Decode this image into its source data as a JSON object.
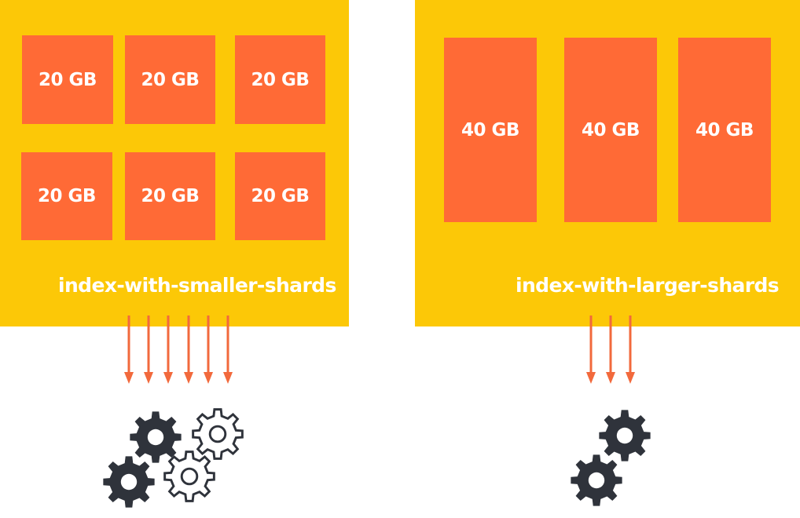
{
  "left_index": {
    "name": "index-with-smaller-shards",
    "shards": [
      "20 GB",
      "20 GB",
      "20 GB",
      "20 GB",
      "20 GB",
      "20 GB"
    ]
  },
  "right_index": {
    "name": "index-with-larger-shards",
    "shards": [
      "40 GB",
      "40 GB",
      "40 GB"
    ]
  },
  "colors": {
    "index_background": "#fcc807",
    "shard": "#ff6a36",
    "arrow": "#f2693c",
    "gear": "#2f333b"
  },
  "icons": [
    "arrow-down-icon",
    "gear-icon"
  ]
}
